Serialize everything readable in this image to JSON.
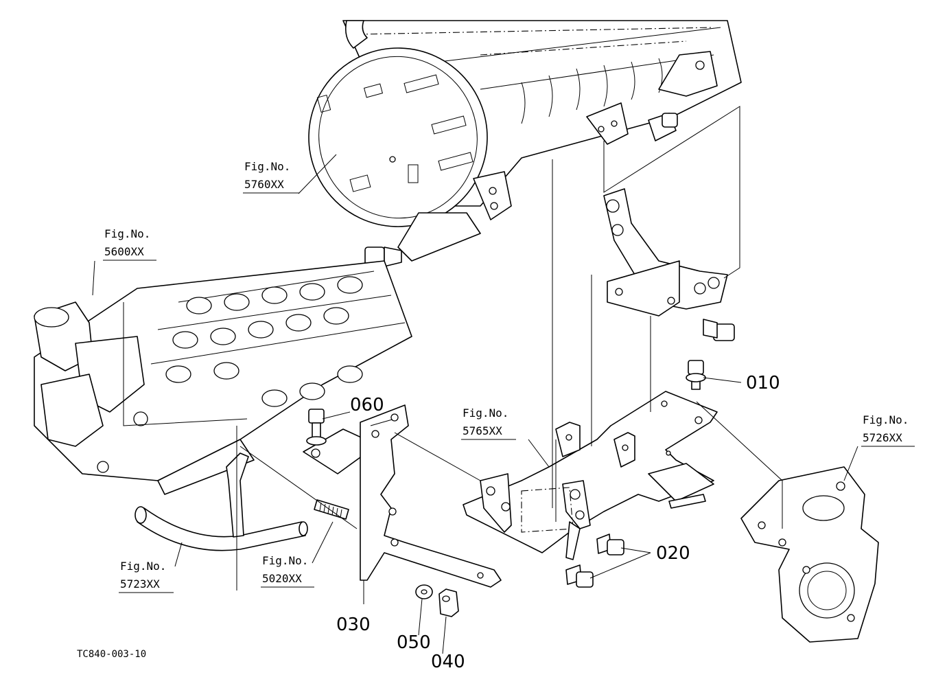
{
  "figure_refs": [
    {
      "id": "muffler",
      "prefix": "Fig.No.",
      "code": "5760XX"
    },
    {
      "id": "head",
      "prefix": "Fig.No.",
      "code": "5600XX"
    },
    {
      "id": "bracket-main",
      "prefix": "Fig.No.",
      "code": "5765XX"
    },
    {
      "id": "turbo",
      "prefix": "Fig.No.",
      "code": "5726XX"
    },
    {
      "id": "hose",
      "prefix": "Fig.No.",
      "code": "5723XX"
    },
    {
      "id": "stud",
      "prefix": "Fig.No.",
      "code": "5020XX"
    }
  ],
  "part_numbers": [
    "010",
    "020",
    "030",
    "040",
    "050",
    "060"
  ],
  "drawing_code": "TC840-003-10"
}
